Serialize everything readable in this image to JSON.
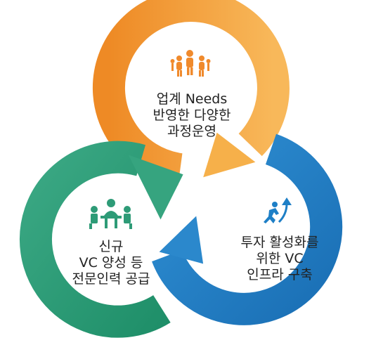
{
  "cycle": {
    "colors": {
      "orange": "#F39A2E",
      "orange_light": "#F7B24D",
      "green": "#2E9B77",
      "green_light": "#43AE8A",
      "blue": "#1E7FC6",
      "blue_light": "#3B97D6"
    },
    "segments": [
      {
        "key": "top",
        "color": "orange",
        "icon": "people-group-icon",
        "lines": [
          "업계 Needs",
          "반영한 다양한",
          "과정운영"
        ]
      },
      {
        "key": "left",
        "color": "green",
        "icon": "meeting-table-icon",
        "lines": [
          "신규",
          "VC 양성 등",
          "전문인력 공급"
        ]
      },
      {
        "key": "right",
        "color": "blue",
        "icon": "runner-arrow-icon",
        "lines": [
          "투자 활성화를",
          "위한 VC",
          "인프라 구축"
        ]
      }
    ]
  }
}
